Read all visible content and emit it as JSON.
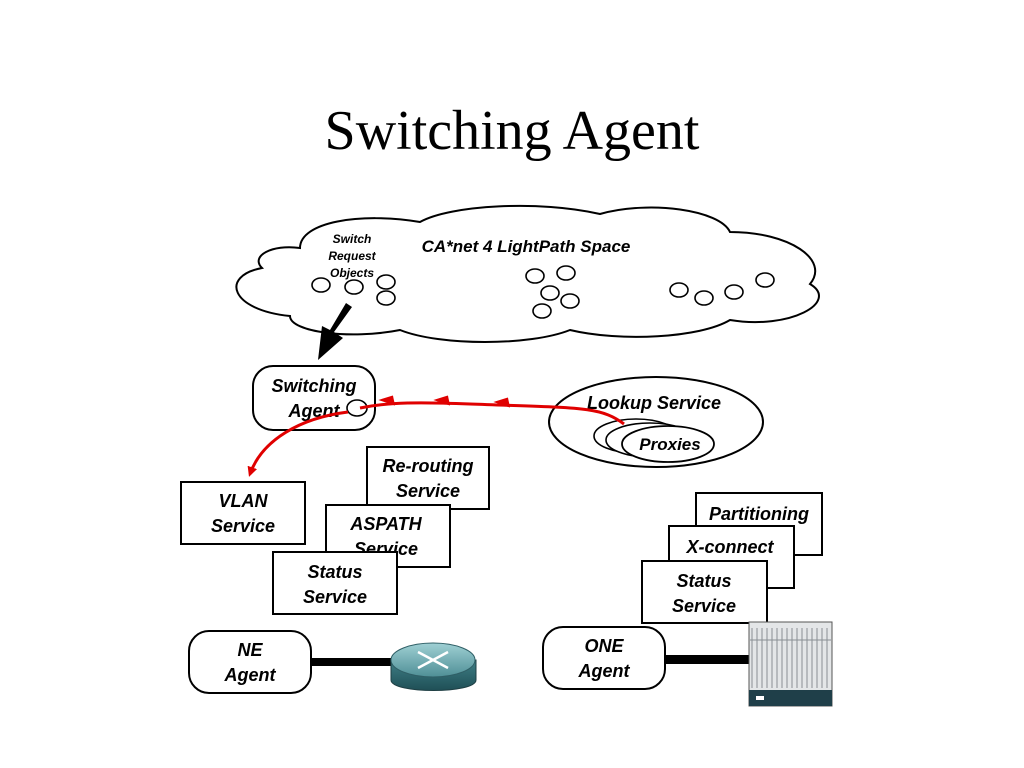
{
  "title": "Switching Agent",
  "cloud": {
    "label": "CA*net 4 LightPath Space",
    "objects_label": [
      "Switch",
      "Request",
      "Objects"
    ]
  },
  "switching_agent": [
    "Switching",
    "Agent"
  ],
  "lookup_service": {
    "label": "Lookup Service",
    "proxies": "Proxies"
  },
  "left_services": {
    "vlan": [
      "VLAN",
      "Service"
    ],
    "rerouting": [
      "Re-routing",
      "Service"
    ],
    "aspath": [
      "ASPATH",
      "Service"
    ],
    "status": [
      "Status",
      "Service"
    ]
  },
  "right_services": {
    "partitioning": "Partitioning",
    "xconnect": "X-connect",
    "status": [
      "Status",
      "Service"
    ]
  },
  "ne_agent": [
    "NE",
    "Agent"
  ],
  "one_agent": [
    "ONE",
    "Agent"
  ],
  "colors": {
    "arrow": "#e00000",
    "router": "#3f7f86",
    "chassis": "#1f3f49"
  }
}
